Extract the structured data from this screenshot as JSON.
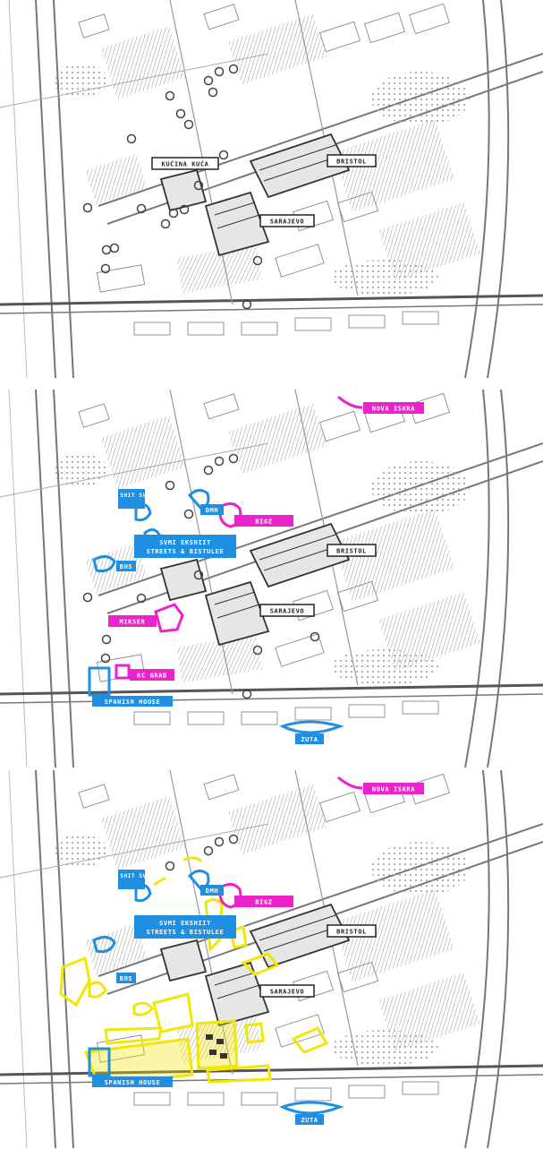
{
  "colors": {
    "sketch": "#4a4a4a",
    "light": "#b8b8b8",
    "dark_label": "#222222",
    "blue": "#1e8fe1",
    "magenta": "#ee22cc",
    "yellow": "#f3e600"
  },
  "panels": [
    {
      "name": "panel-existing",
      "labels": {
        "kucina_kuca": "KUĆINA KUĆA",
        "bristol": "BRISTOL",
        "sarajevo": "SARAJEVO"
      }
    },
    {
      "name": "panel-institutions",
      "labels": {
        "bristol": "BRISTOL",
        "sarajevo": "SARAJEVO",
        "nova_iskra": "NOVA ISKRA",
        "kc_grad": "KC GRAD",
        "mikser": "MIKSER",
        "bigz": "BIGZ",
        "kc_shit_svmi": "KC SHIT SVMI",
        "bhs": "BHS",
        "dmh": "DMH",
        "svmi_ekshiit": "SVMI EKSHIIT",
        "streets": "STREETS & BISTULEE",
        "spanish_house": "SPANISH HOUSE",
        "zuta": "ZUTA"
      }
    },
    {
      "name": "panel-interventions",
      "labels": {
        "bristol": "BRISTOL",
        "sarajevo": "SARAJEVO",
        "nova_iskra": "NOVA ISKRA",
        "bigz": "BIGZ",
        "kc_shit_svmi": "KC SHIT SVMI",
        "bhs": "BHS",
        "dmh": "DMH",
        "svmi_ekshiit": "SVMI EKSHIIT",
        "streets": "STREETS & BISTULEE",
        "spanish_house": "SPANISH HOUSE",
        "zuta": "ZUTA"
      }
    }
  ]
}
